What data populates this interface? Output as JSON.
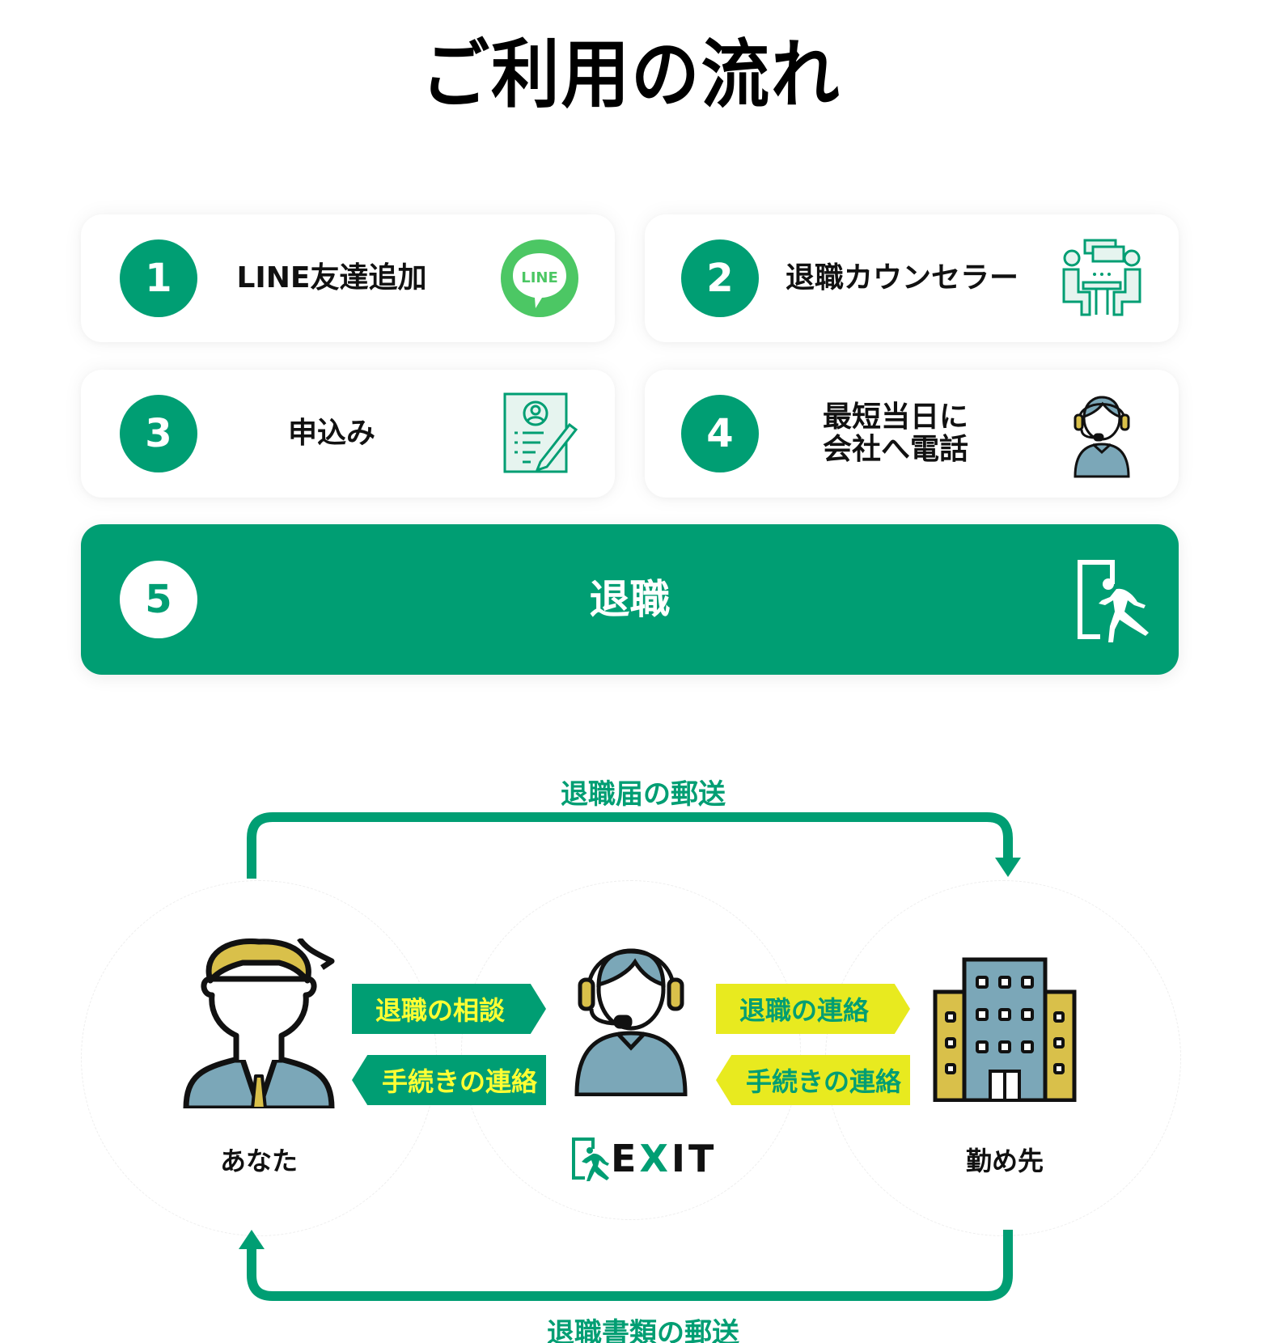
{
  "title": "ご利用の流れ",
  "colors": {
    "primary": "#009e73",
    "line_green": "#4cc764",
    "yellow": "#e8ea1f",
    "tag_text_yellow": "#ffff33",
    "skin_blue": "#7ba7b8",
    "hair_gold": "#d9c04a"
  },
  "steps": [
    {
      "number": "1",
      "label": "LINE友達追加",
      "icon": "line-app-icon",
      "icon_text": "LINE"
    },
    {
      "number": "2",
      "label": "退職カウンセラー",
      "icon": "counseling-meeting-icon"
    },
    {
      "number": "3",
      "label": "申込み",
      "icon": "application-form-icon"
    },
    {
      "number": "4",
      "label_line1": "最短当日に",
      "label_line2": "会社へ電話",
      "icon": "operator-headset-icon"
    },
    {
      "number": "5",
      "label": "退職",
      "icon": "emergency-exit-icon"
    }
  ],
  "diagram": {
    "top_flow_label": "退職届の郵送",
    "bottom_flow_label": "退職書類の郵送",
    "parties": {
      "you": "あなた",
      "exit": "EXIT",
      "company": "勤め先"
    },
    "exit_logo": {
      "prefix": "E",
      "x": "X",
      "suffix": "IT"
    },
    "tags": {
      "you_to_exit": "退職の相談",
      "exit_to_you": "手続きの連絡",
      "exit_to_company": "退職の連絡",
      "company_to_exit": "手続きの連絡"
    }
  }
}
